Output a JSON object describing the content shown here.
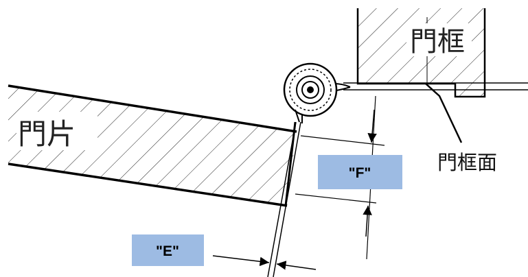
{
  "labels": {
    "door_frame": "門框",
    "door_leaf": "門片",
    "door_frame_face": "門框面",
    "dim_f": "\"F\"",
    "dim_e": "\"E\""
  },
  "colors": {
    "label_box": "#9dbbe3",
    "line": "#000000",
    "background": "#ffffff"
  }
}
